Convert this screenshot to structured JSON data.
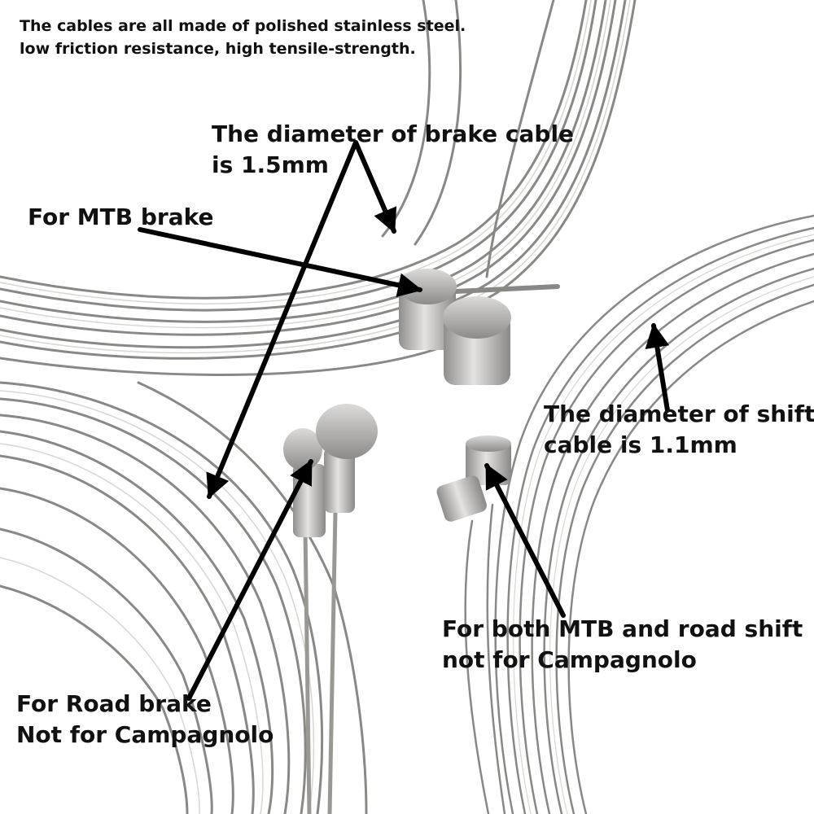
{
  "intro": {
    "line1": "The cables are all made of polished stainless steel.",
    "line2": "low friction resistance, high tensile-strength."
  },
  "labels": {
    "brake_diameter": {
      "line1": "The diameter of brake cable",
      "line2": "is 1.5mm"
    },
    "mtb_brake": "For MTB brake",
    "shift_diameter": {
      "line1": "The diameter of shift",
      "line2": "cable is 1.1mm"
    },
    "mtb_road_shift": {
      "line1": "For both MTB and road shift",
      "line2": "not for Campagnolo"
    },
    "road_brake": {
      "line1": "For Road brake",
      "line2": "Not for Campagnolo"
    }
  },
  "colors": {
    "cable_dark": "#7d7b78",
    "cable_light": "#d6d4d0",
    "end_cap": "#b9b8b6",
    "arrow": "#000000",
    "text": "#111111"
  }
}
